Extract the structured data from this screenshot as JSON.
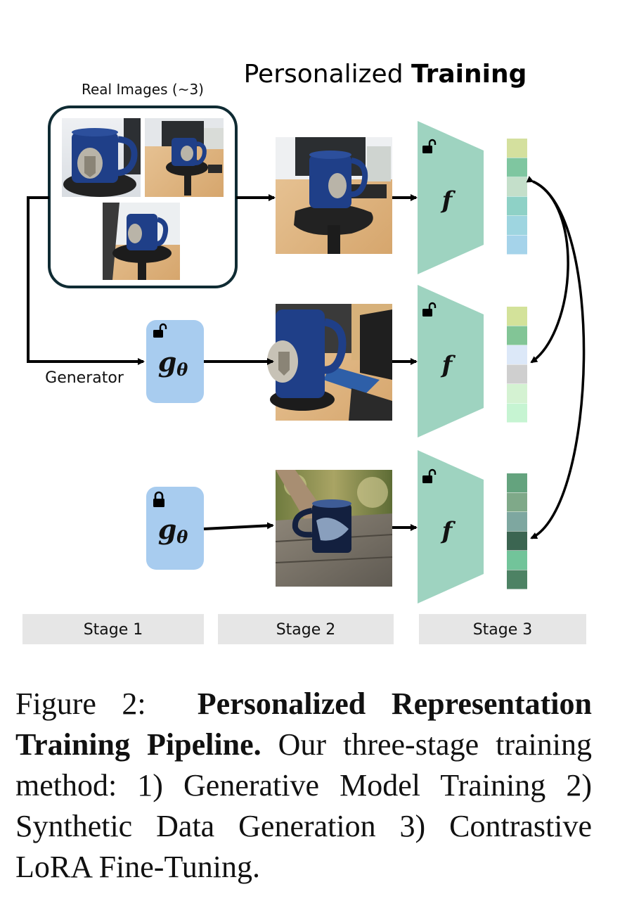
{
  "figure": {
    "title_normal": "Personalized",
    "title_bold": "Training",
    "real_images_label": "Real Images (~3)",
    "generator_label": "Generator",
    "generator_symbol": "g",
    "generator_subscript": "θ",
    "encoder_symbol": "f",
    "stages": [
      "Stage 1",
      "Stage 2",
      "Stage 3"
    ],
    "lock_icons": [
      "unlock-icon",
      "unlock-icon",
      "lock-icon"
    ],
    "colors": {
      "encoder": "#9ed3c0",
      "generator": "#a8ccef",
      "frame": "#0f2b33",
      "stage_bg": "#e6e6e6",
      "mug_blue": "#1f3f88"
    },
    "embeddings": [
      [
        "#d4e09e",
        "#7fc6a0",
        "#c4dfca",
        "#8ed1c6",
        "#9ed5e0",
        "#a5d3ea"
      ],
      [
        "#d3e29a",
        "#82c596",
        "#dce8f8",
        "#cfcfcf",
        "#d4f2d2",
        "#c6f4d2"
      ],
      [
        "#64a37e",
        "#7fa989",
        "#7ea7a0",
        "#3b6551",
        "#72c49a",
        "#4d8264"
      ]
    ]
  },
  "caption": {
    "label": "Figure 2:",
    "bold": "Personalized Representation Training Pipeline.",
    "text": "Our three-stage training method: 1) Generative Model Training 2) Synthetic Data Generation 3) Contrastive LoRA Fine-Tuning."
  }
}
